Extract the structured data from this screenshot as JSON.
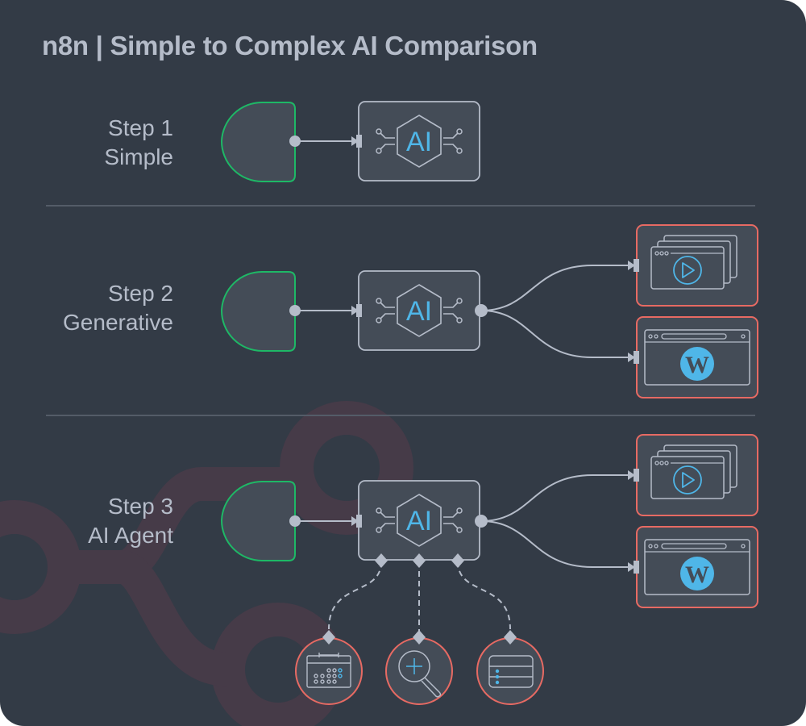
{
  "title": "n8n | Simple to Complex AI Comparison",
  "colors": {
    "background": "#333b46",
    "node_fill": "#444c57",
    "trigger_border": "#1eb866",
    "ai_border": "#b5bcc9",
    "output_border": "#e76a63",
    "connector": "#b5bcc9",
    "ai_text": "#4fb6e8",
    "accent_blue": "#4fb6e8",
    "watermark": "#463b48",
    "text": "#b5bcc9",
    "divider": "#545c68"
  },
  "steps": [
    {
      "line1": "Step 1",
      "line2": "Simple"
    },
    {
      "line1": "Step 2",
      "line2": "Generative"
    },
    {
      "line1": "Step 3",
      "line2": "AI Agent"
    }
  ],
  "ai_node": {
    "label": "AI",
    "icon": "ai-hexagon-icon"
  },
  "outputs": [
    {
      "name": "video-output",
      "icon": "video-play-icon"
    },
    {
      "name": "wordpress-output",
      "icon": "wordpress-icon"
    }
  ],
  "tools": [
    {
      "name": "calendar-tool",
      "icon": "calendar-icon"
    },
    {
      "name": "search-tool",
      "icon": "search-plus-icon"
    },
    {
      "name": "database-tool",
      "icon": "database-icon"
    }
  ]
}
